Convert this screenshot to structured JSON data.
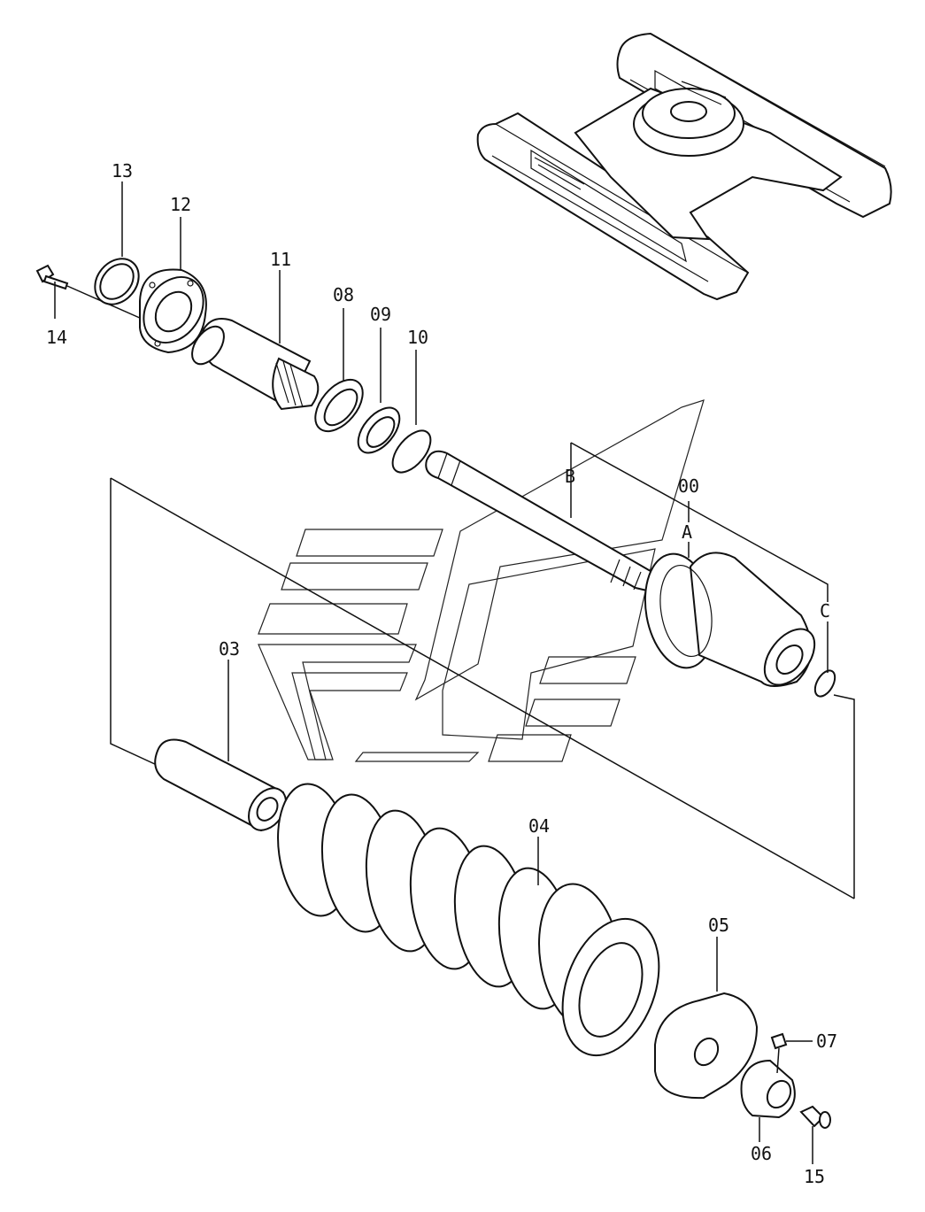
{
  "parts": {
    "p00": "00",
    "p03": "03",
    "p04": "04",
    "p05": "05",
    "p06": "06",
    "p07": "07",
    "p08": "08",
    "p09": "09",
    "p10": "10",
    "p11": "11",
    "p12": "12",
    "p13": "13",
    "p14": "14",
    "p15": "15"
  },
  "refs": {
    "a": "A",
    "b": "B",
    "c": "C"
  }
}
